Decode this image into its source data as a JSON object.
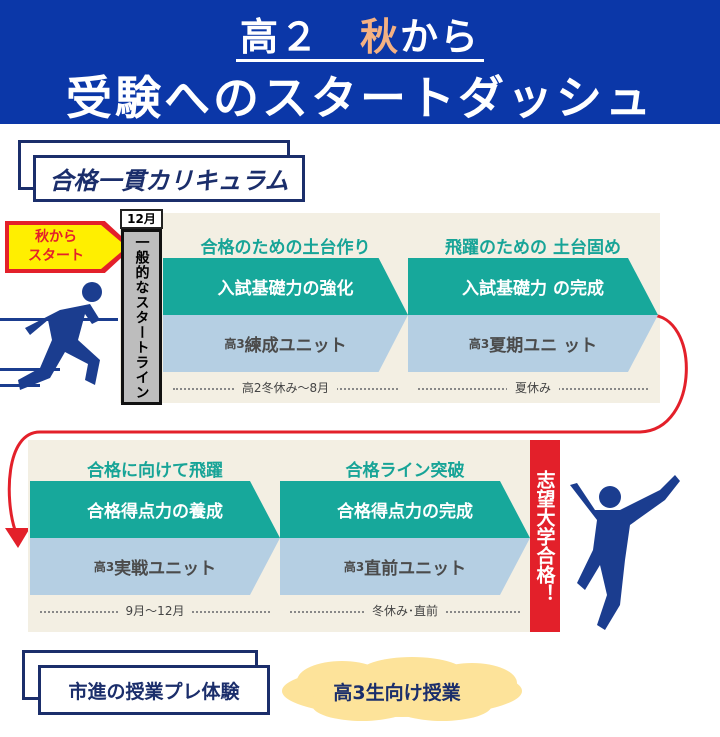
{
  "header": {
    "line1_a": "高２　",
    "line1_accent": "秋",
    "line1_b": "から",
    "line2": "受験へのスタートダッシュ"
  },
  "curriculum_label": "合格一貫カリキュラム",
  "start_arrow": {
    "line1": "秋から",
    "line2": "スタート"
  },
  "month_tag": "12月",
  "general_start": "一般的なスタートライン",
  "top": [
    {
      "heading": "合格のための土台作り",
      "teal": "入試基礎力の強化",
      "unit_prefix": "高3",
      "unit": "練成ユニット",
      "period": "高2冬休み～8月"
    },
    {
      "heading": "飛躍のための 土台固め",
      "teal": "入試基礎力 の完成",
      "unit_prefix": "高3",
      "unit": "夏期ユニ ット",
      "period": "夏休み"
    }
  ],
  "bottom": [
    {
      "heading": "合格に向けて飛躍",
      "teal": "合格得点力の養成",
      "unit_prefix": "高3",
      "unit": "実戦ユニット",
      "period": "9月～12月"
    },
    {
      "heading": "合格ライン突破",
      "teal": "合格得点力の完成",
      "unit_prefix": "高3",
      "unit": "直前ユニット",
      "period": "冬休み･直前"
    }
  ],
  "goal": "志望大学合格！",
  "preview_label": "市進の授業プレ体験",
  "cloud_text": "高3生向け授業",
  "colors": {
    "header": "#0b37a8",
    "teal": "#17a89b",
    "blue": "#b5cfe3",
    "red": "#e3202a",
    "navy": "#1b2e6b"
  }
}
